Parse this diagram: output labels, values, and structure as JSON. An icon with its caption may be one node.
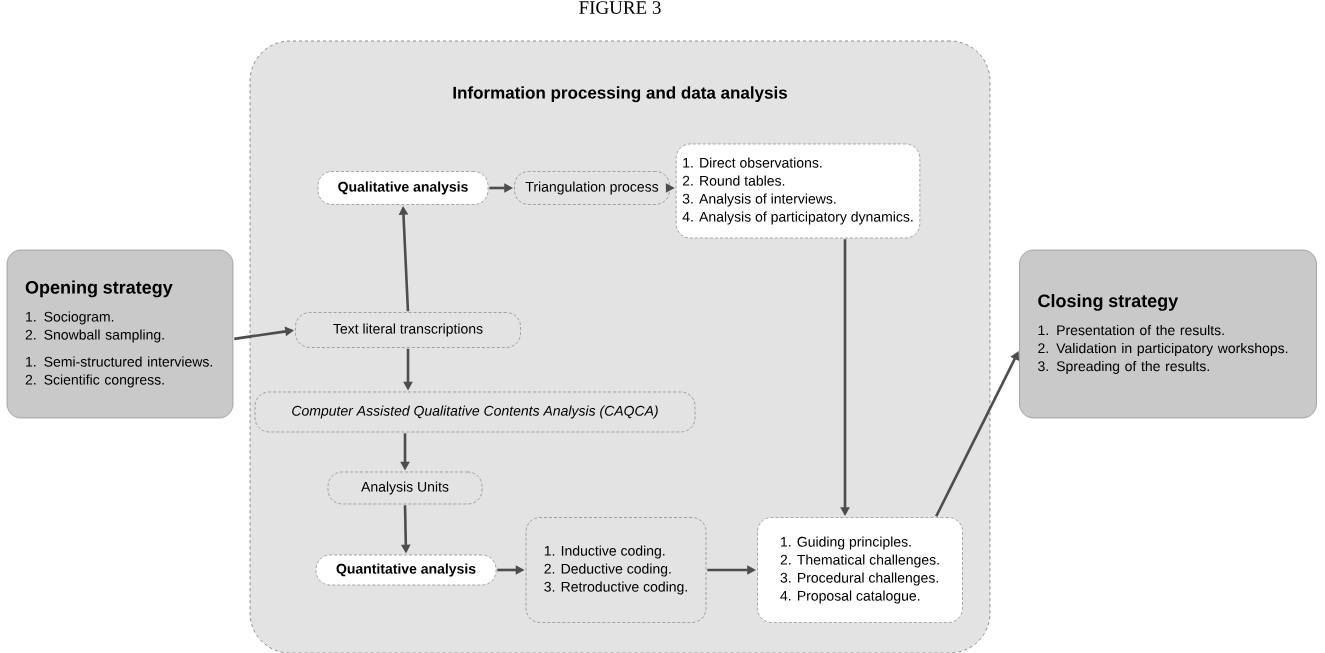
{
  "diagram": {
    "title": "FIGURE 3",
    "nodes": [
      {
        "text": [
          "Information processing and data analysis"
        ]
      },
      {
        "text": [
          "Opening strategy",
          "1. Sociogram.",
          "2. Snowball sampling.",
          "1. Semi-structured interviews.",
          "2. Scientific congress."
        ]
      },
      {
        "text": [
          "Qualitative analysis"
        ],
        "in": 0
      },
      {
        "text": [
          "Triangulation process"
        ],
        "in": 0
      },
      {
        "text": [
          "1. Direct observations.",
          "2. Round tables.",
          "3. Analysis of interviews.",
          "4. Analysis of participatory dynamics."
        ],
        "in": 0
      },
      {
        "text": [
          "Text literal transcriptions"
        ],
        "in": 0
      },
      {
        "text": [
          "Computer Assisted Qualitative Contents Analysis (CAQCA)"
        ],
        "in": 0
      },
      {
        "text": [
          "Analysis Units"
        ],
        "in": 0
      },
      {
        "text": [
          "Quantitative analysis"
        ],
        "in": 0
      },
      {
        "text": [
          "1. Inductive coding.",
          "2. Deductive coding.",
          "3. Retroductive coding."
        ],
        "in": 0
      },
      {
        "text": [
          "1. Guiding principles.",
          "2. Thematical challenges.",
          "3. Procedural challenges.",
          "4. Proposal catalogue."
        ],
        "in": 0
      },
      {
        "text": [
          "Closing strategy",
          "1. Presentation of the results.",
          "2. Validation in participatory workshops.",
          "3. Spreading of the results."
        ]
      }
    ],
    "edges": [
      {
        "from": 1,
        "to": 5,
        "arrow": "to"
      },
      {
        "from": 5,
        "to": 2,
        "arrow": "to"
      },
      {
        "from": 2,
        "to": 3,
        "arrow": "to"
      },
      {
        "from": 3,
        "to": 4,
        "arrow": "to"
      },
      {
        "from": 5,
        "to": 6,
        "arrow": "to"
      },
      {
        "from": 6,
        "to": 7,
        "arrow": "to"
      },
      {
        "from": 7,
        "to": 8,
        "arrow": "to"
      },
      {
        "from": 8,
        "to": 9,
        "arrow": "to"
      },
      {
        "from": 9,
        "to": 10,
        "arrow": "to"
      },
      {
        "from": 4,
        "to": 10,
        "arrow": "to"
      },
      {
        "from": 10,
        "to": 11,
        "arrow": "to"
      }
    ]
  }
}
